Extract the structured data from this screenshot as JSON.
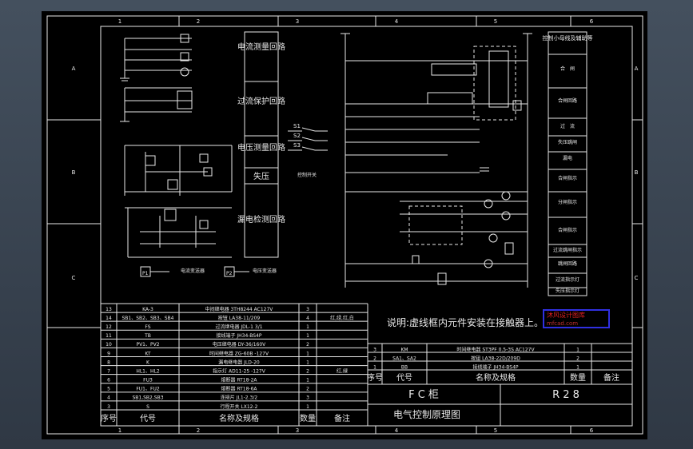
{
  "sheet": {
    "frame_numbers_top": [
      "1",
      "2",
      "3",
      "4",
      "5",
      "6"
    ],
    "frame_numbers_bottom": [
      "1",
      "2",
      "3",
      "4",
      "5",
      "6"
    ],
    "frame_letters_left": [
      "A",
      "B",
      "C"
    ],
    "frame_letters_right": [
      "A",
      "B",
      "C"
    ]
  },
  "function_boxes": [
    "电流测量回路",
    "过流保护回路",
    "电压测量回路",
    "失压",
    "漏电检测回路"
  ],
  "switch_labels": [
    "S1",
    "S2",
    "S3"
  ],
  "switch_caption": "控制开关",
  "meter_labels": [
    "P1",
    "P2"
  ],
  "meter_captions": [
    "电流变送器",
    "电压变送器"
  ],
  "right_column": {
    "header": "控制小母线及辅助等",
    "items": [
      "合　闸",
      "合闸回路",
      "过　流",
      "失压跳闸",
      "漏电",
      "合闸指示",
      "分闸指示",
      "合闸指示",
      "过流跳闸指示",
      "跳闸回路",
      "过流指示灯",
      "失压指示灯"
    ]
  },
  "note": "说明:虚线框内元件安装在接触器上。",
  "watermark": {
    "title": "沐风设计图库",
    "subtitle": "mfcad.com"
  },
  "left_table": {
    "headers": [
      "序号",
      "代号",
      "名称及规格",
      "数量",
      "备注"
    ],
    "rows": [
      [
        "13",
        "KA-3",
        "中间继电器 3TH8244 AC127V",
        "3",
        ""
      ],
      [
        "14",
        "SB1、SB2、SB3、SB4",
        "按钮 LA38-11/209",
        "4",
        "红,绿,红,白"
      ],
      [
        "12",
        "FS",
        "过流继电器 JDL-1 3/1",
        "1",
        ""
      ],
      [
        "11",
        "TB",
        "接线端子 JH34-BS4P",
        "1",
        ""
      ],
      [
        "10",
        "PV1、PV2",
        "电压继电器 DY-36/160V",
        "2",
        ""
      ],
      [
        "9",
        "KT",
        "时间继电器 ZG-60B -127V",
        "1",
        ""
      ],
      [
        "8",
        "K",
        "漏电继电器 JLD-20",
        "1",
        ""
      ],
      [
        "7",
        "HL1、HL2",
        "指示灯 AD11-25 -127V",
        "2",
        "红,绿"
      ],
      [
        "6",
        "FU3",
        "熔断器 RT18-2A",
        "1",
        ""
      ],
      [
        "5",
        "FU1、FU2",
        "熔断器 RT18-6A",
        "2",
        ""
      ],
      [
        "4",
        "SB1,SB2,SB3",
        "连接片 JL1-2.3/2",
        "3",
        ""
      ],
      [
        "3",
        "S",
        "行程开关 LX12-2",
        "1",
        ""
      ]
    ]
  },
  "right_table": {
    "headers": [
      "序号",
      "代号",
      "名称及规格",
      "数量",
      "备注"
    ],
    "rows": [
      [
        "3",
        "KM",
        "时间继电器 ST3PF 0.5-3S AC127V",
        "1",
        ""
      ],
      [
        "2",
        "SA1、SA2",
        "按钮 LA38-22D/209D",
        "2",
        ""
      ],
      [
        "1",
        "BB",
        "接线端子 JH34-BS4P",
        "1",
        ""
      ]
    ]
  },
  "title_block": {
    "left_top": "F C 柜",
    "right_top": "R 2 8",
    "bottom": "电气控制原理图"
  }
}
